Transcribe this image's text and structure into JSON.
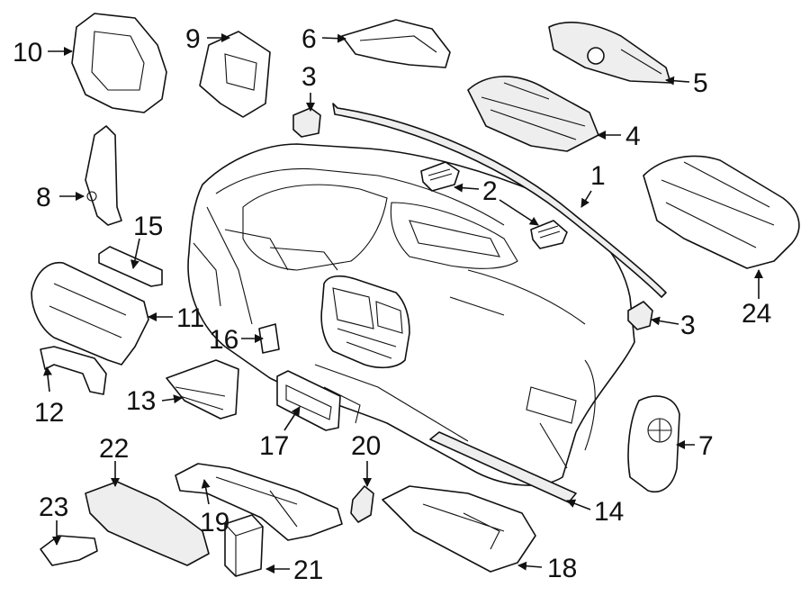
{
  "diagram": {
    "callouts": [
      {
        "id": "1",
        "text": "1"
      },
      {
        "id": "2",
        "text": "2"
      },
      {
        "id": "3a",
        "text": "3"
      },
      {
        "id": "3b",
        "text": "3"
      },
      {
        "id": "4",
        "text": "4"
      },
      {
        "id": "5",
        "text": "5"
      },
      {
        "id": "6",
        "text": "6"
      },
      {
        "id": "7",
        "text": "7"
      },
      {
        "id": "8",
        "text": "8"
      },
      {
        "id": "9",
        "text": "9"
      },
      {
        "id": "10",
        "text": "10"
      },
      {
        "id": "11",
        "text": "11"
      },
      {
        "id": "12",
        "text": "12"
      },
      {
        "id": "13",
        "text": "13"
      },
      {
        "id": "14",
        "text": "14"
      },
      {
        "id": "15",
        "text": "15"
      },
      {
        "id": "16",
        "text": "16"
      },
      {
        "id": "17",
        "text": "17"
      },
      {
        "id": "18",
        "text": "18"
      },
      {
        "id": "19",
        "text": "19"
      },
      {
        "id": "20",
        "text": "20"
      },
      {
        "id": "21",
        "text": "21"
      },
      {
        "id": "22",
        "text": "22"
      },
      {
        "id": "23",
        "text": "23"
      },
      {
        "id": "24",
        "text": "24"
      }
    ]
  }
}
